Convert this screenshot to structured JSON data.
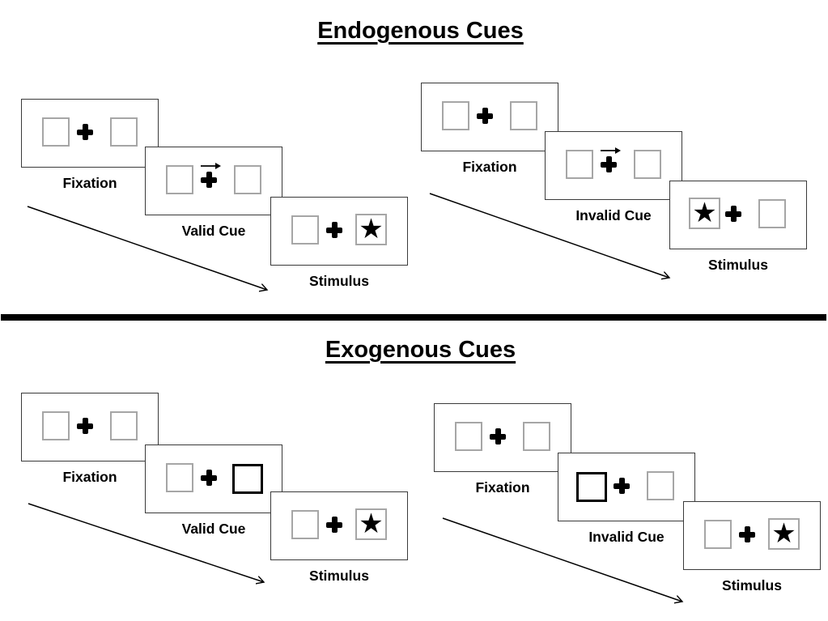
{
  "colors": {
    "background": "#ffffff",
    "ink": "#000000",
    "panel_border": "#3a3a3a",
    "box_border": "#a6a6a6"
  },
  "icons": {
    "star": "★",
    "fixation_cross": "plus-cross",
    "cue_arrow": "right-arrow"
  },
  "sections": [
    {
      "title": "Endogenous Cues",
      "sequences": [
        {
          "id": "endogenous-valid",
          "cue": "arrow-right",
          "target_side": "right",
          "panels": [
            {
              "label": "Fixation"
            },
            {
              "label": "Valid Cue"
            },
            {
              "label": "Stimulus"
            }
          ]
        },
        {
          "id": "endogenous-invalid",
          "cue": "arrow-right",
          "target_side": "left",
          "panels": [
            {
              "label": "Fixation"
            },
            {
              "label": "Invalid Cue"
            },
            {
              "label": "Stimulus"
            }
          ]
        }
      ]
    },
    {
      "title": "Exogenous Cues",
      "sequences": [
        {
          "id": "exogenous-valid",
          "cue": "highlight-right",
          "target_side": "right",
          "panels": [
            {
              "label": "Fixation"
            },
            {
              "label": "Valid Cue"
            },
            {
              "label": "Stimulus"
            }
          ]
        },
        {
          "id": "exogenous-invalid",
          "cue": "highlight-left",
          "target_side": "right",
          "panels": [
            {
              "label": "Fixation"
            },
            {
              "label": "Invalid Cue"
            },
            {
              "label": "Stimulus"
            }
          ]
        }
      ]
    }
  ]
}
